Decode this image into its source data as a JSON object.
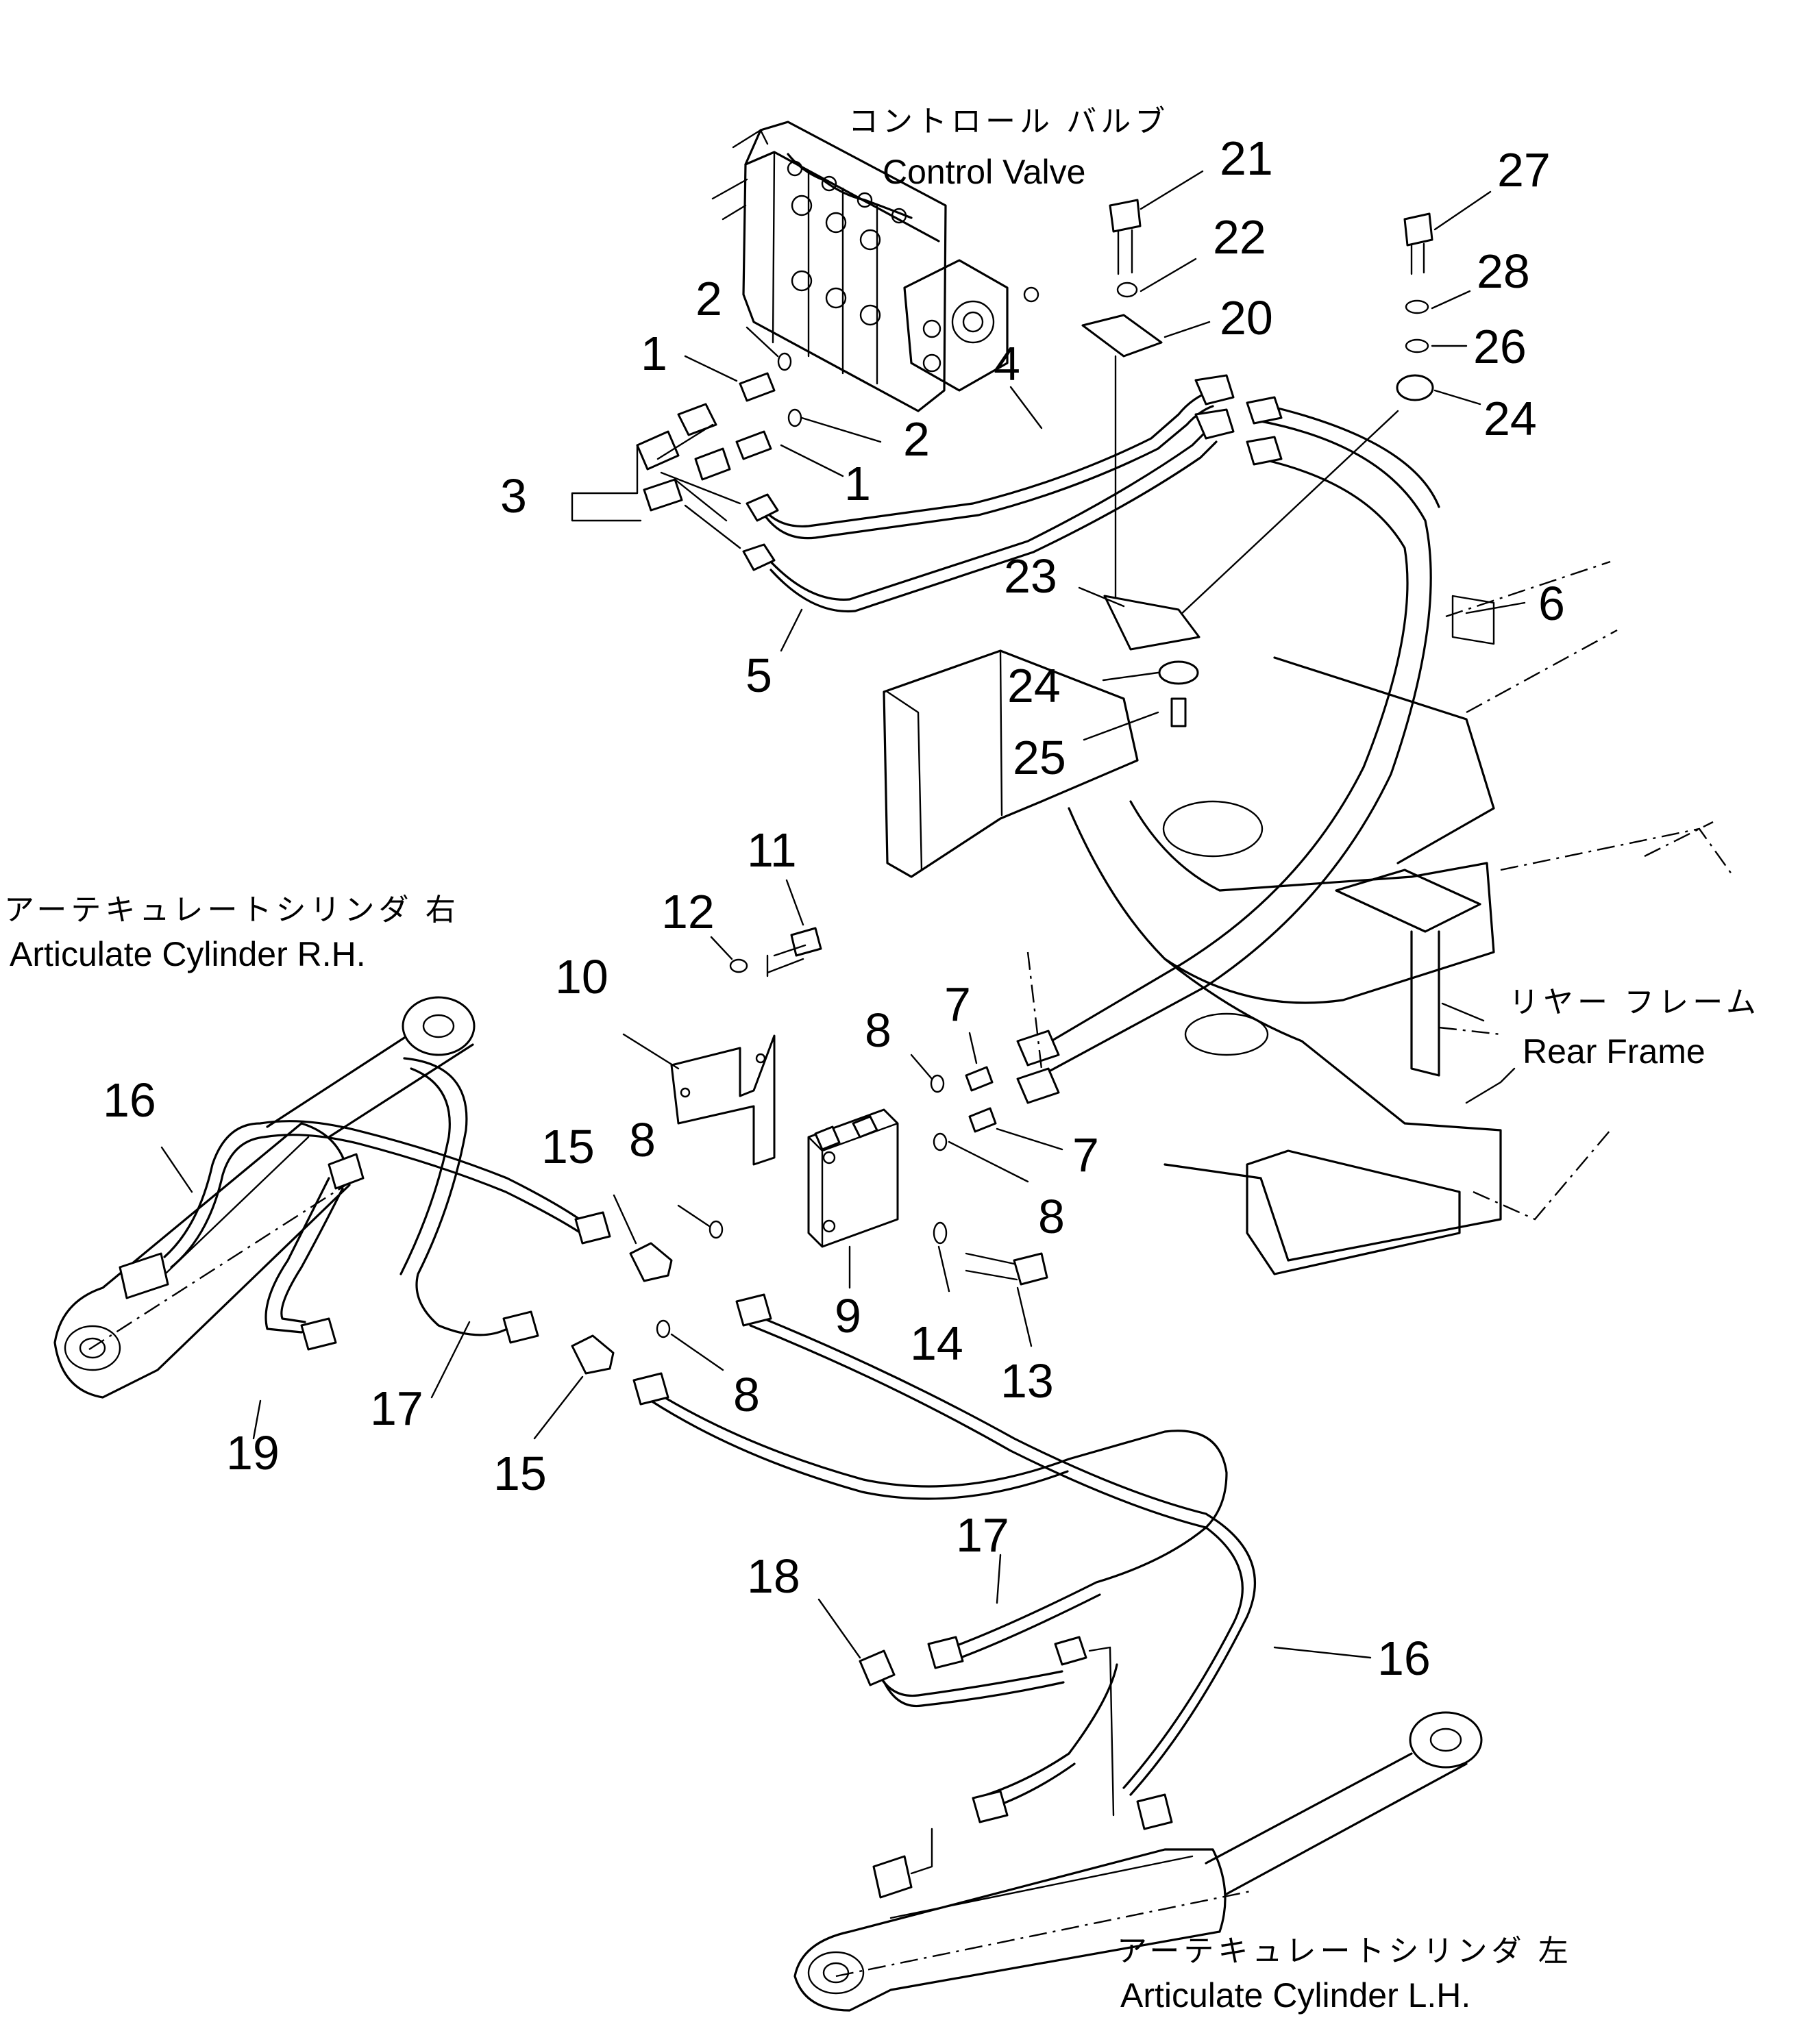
{
  "components": [
    {
      "id": "control_valve",
      "jp": "コントロール バルブ",
      "en": "Control Valve"
    },
    {
      "id": "cyl_rh",
      "jp": "アーテキュレートシリンダ 右",
      "en": "Articulate Cylinder R.H."
    },
    {
      "id": "rear_frame",
      "jp": "リヤー フレーム",
      "en": "Rear Frame"
    },
    {
      "id": "cyl_lh",
      "jp": "アーテキュレートシリンダ 左",
      "en": "Articulate Cylinder L.H."
    }
  ],
  "callouts": [
    {
      "key": "c21",
      "text": "21"
    },
    {
      "key": "c22",
      "text": "22"
    },
    {
      "key": "c20",
      "text": "20"
    },
    {
      "key": "c27",
      "text": "27"
    },
    {
      "key": "c28",
      "text": "28"
    },
    {
      "key": "c26",
      "text": "26"
    },
    {
      "key": "c24a",
      "text": "24"
    },
    {
      "key": "c2a",
      "text": "2"
    },
    {
      "key": "c1a",
      "text": "1"
    },
    {
      "key": "c4",
      "text": "4"
    },
    {
      "key": "c2b",
      "text": "2"
    },
    {
      "key": "c3",
      "text": "3"
    },
    {
      "key": "c1b",
      "text": "1"
    },
    {
      "key": "c5",
      "text": "5"
    },
    {
      "key": "c23",
      "text": "23"
    },
    {
      "key": "c6",
      "text": "6"
    },
    {
      "key": "c24b",
      "text": "24"
    },
    {
      "key": "c25",
      "text": "25"
    },
    {
      "key": "c11",
      "text": "11"
    },
    {
      "key": "c12",
      "text": "12"
    },
    {
      "key": "c10",
      "text": "10"
    },
    {
      "key": "c7a",
      "text": "7"
    },
    {
      "key": "c8a",
      "text": "8"
    },
    {
      "key": "c16a",
      "text": "16"
    },
    {
      "key": "c15a",
      "text": "15"
    },
    {
      "key": "c8b",
      "text": "8"
    },
    {
      "key": "c7b",
      "text": "7"
    },
    {
      "key": "c8c",
      "text": "8"
    },
    {
      "key": "c9",
      "text": "9"
    },
    {
      "key": "c14",
      "text": "14"
    },
    {
      "key": "c13",
      "text": "13"
    },
    {
      "key": "c8d",
      "text": "8"
    },
    {
      "key": "c19",
      "text": "19"
    },
    {
      "key": "c17a",
      "text": "17"
    },
    {
      "key": "c15b",
      "text": "15"
    },
    {
      "key": "c17b",
      "text": "17"
    },
    {
      "key": "c18",
      "text": "18"
    },
    {
      "key": "c16b",
      "text": "16"
    }
  ]
}
